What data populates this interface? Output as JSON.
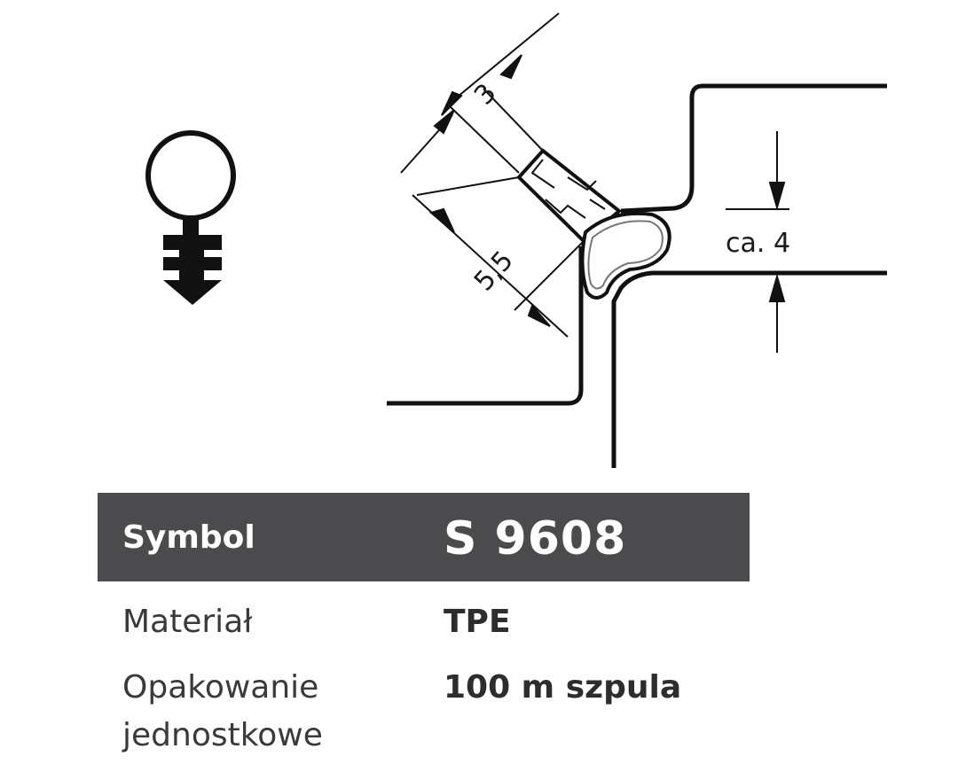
{
  "drawing": {
    "dimensions": {
      "top_thickness": "3",
      "base_width": "5,5",
      "gap": "ca. 4"
    },
    "icon": "t-profile-seal-icon"
  },
  "spec": {
    "header": {
      "label": "Symbol",
      "value": "S 9608"
    },
    "material": {
      "label": "Materiał",
      "value": "TPE"
    },
    "packaging": {
      "label_line1": "Opakowanie",
      "label_line2": "jednostkowe",
      "value": "100 m szpula"
    }
  }
}
